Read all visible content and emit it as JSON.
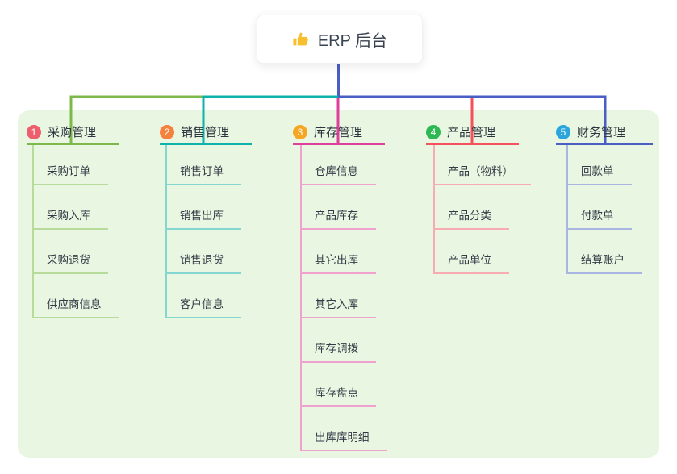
{
  "root": {
    "title": "ERP 后台",
    "icon": "thumbs-up-icon"
  },
  "palette": {
    "root_line": "#4a5ec4",
    "panel_bg": "#e8f6e2",
    "text": "#333a45",
    "branches": [
      {
        "main": "#7db84a",
        "light": "#b7db9a",
        "badge": "#ee5f6d"
      },
      {
        "main": "#0db3ab",
        "light": "#84d7d1",
        "badge": "#f5813c"
      },
      {
        "main": "#de3f9a",
        "light": "#f0a1cd",
        "badge": "#f6a623"
      },
      {
        "main": "#f4515c",
        "light": "#f8abb1",
        "badge": "#2eb854"
      },
      {
        "main": "#4a5ec4",
        "light": "#a9b6e2",
        "badge": "#2aa6dc"
      }
    ]
  },
  "branches": [
    {
      "number": "1",
      "label": "采购管理",
      "children": [
        "采购订单",
        "采购入库",
        "采购退货",
        "供应商信息"
      ]
    },
    {
      "number": "2",
      "label": "销售管理",
      "children": [
        "销售订单",
        "销售出库",
        "销售退货",
        "客户信息"
      ]
    },
    {
      "number": "3",
      "label": "库存管理",
      "children": [
        "仓库信息",
        "产品库存",
        "其它出库",
        "其它入库",
        "库存调拨",
        "库存盘点",
        "出库库明细"
      ]
    },
    {
      "number": "4",
      "label": "产品管理",
      "children": [
        "产品（物料）",
        "产品分类",
        "产品单位"
      ]
    },
    {
      "number": "5",
      "label": "财务管理",
      "children": [
        "回款单",
        "付款单",
        "结算账户"
      ]
    }
  ]
}
